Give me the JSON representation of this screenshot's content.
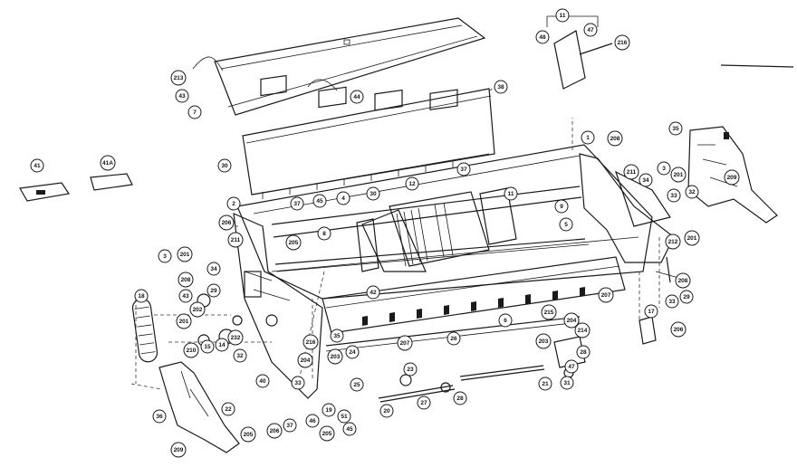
{
  "diagram": {
    "kind": "exploded-parts-view",
    "callouts": [
      {
        "id": "c11top",
        "label": "11"
      },
      {
        "id": "c48",
        "label": "48"
      },
      {
        "id": "c47a",
        "label": "47"
      },
      {
        "id": "c216a",
        "label": "216"
      },
      {
        "id": "c213",
        "label": "213"
      },
      {
        "id": "c43a",
        "label": "43"
      },
      {
        "id": "c7",
        "label": "7"
      },
      {
        "id": "c44",
        "label": "44"
      },
      {
        "id": "c38",
        "label": "38"
      },
      {
        "id": "c30a",
        "label": "30"
      },
      {
        "id": "c37a",
        "label": "37"
      },
      {
        "id": "c1",
        "label": "1"
      },
      {
        "id": "c208a",
        "label": "208"
      },
      {
        "id": "c35",
        "label": "35"
      },
      {
        "id": "c41",
        "label": "41"
      },
      {
        "id": "c41a",
        "label": "41A"
      },
      {
        "id": "c209a",
        "label": "209"
      },
      {
        "id": "c211a",
        "label": "211"
      },
      {
        "id": "c3a",
        "label": "3"
      },
      {
        "id": "c201a",
        "label": "201"
      },
      {
        "id": "c34a",
        "label": "34"
      },
      {
        "id": "c33a",
        "label": "33"
      },
      {
        "id": "c32a",
        "label": "32"
      },
      {
        "id": "c212",
        "label": "212"
      },
      {
        "id": "c201b",
        "label": "201"
      },
      {
        "id": "c2",
        "label": "2"
      },
      {
        "id": "c37b",
        "label": "37"
      },
      {
        "id": "c45",
        "label": "45"
      },
      {
        "id": "c4",
        "label": "4"
      },
      {
        "id": "c30b",
        "label": "30"
      },
      {
        "id": "c12",
        "label": "12"
      },
      {
        "id": "c11b",
        "label": "11"
      },
      {
        "id": "c9",
        "label": "9"
      },
      {
        "id": "c5",
        "label": "5"
      },
      {
        "id": "c206a",
        "label": "206"
      },
      {
        "id": "c8",
        "label": "8"
      },
      {
        "id": "c205a",
        "label": "205"
      },
      {
        "id": "c211b",
        "label": "211"
      },
      {
        "id": "c3b",
        "label": "3"
      },
      {
        "id": "c201c",
        "label": "201"
      },
      {
        "id": "c34b",
        "label": "34"
      },
      {
        "id": "c208b",
        "label": "208"
      },
      {
        "id": "c29a",
        "label": "29"
      },
      {
        "id": "c33b",
        "label": "33"
      },
      {
        "id": "c43b",
        "label": "43"
      },
      {
        "id": "c202",
        "label": "202"
      },
      {
        "id": "c42",
        "label": "42"
      },
      {
        "id": "c207a",
        "label": "207"
      },
      {
        "id": "c18",
        "label": "18"
      },
      {
        "id": "c201d",
        "label": "201"
      },
      {
        "id": "c6",
        "label": "6"
      },
      {
        "id": "c215",
        "label": "215"
      },
      {
        "id": "c204a",
        "label": "204"
      },
      {
        "id": "c17",
        "label": "17"
      },
      {
        "id": "c206b",
        "label": "206"
      },
      {
        "id": "c210",
        "label": "210"
      },
      {
        "id": "c15",
        "label": "15"
      },
      {
        "id": "c14",
        "label": "14"
      },
      {
        "id": "c232",
        "label": "232"
      },
      {
        "id": "c216b",
        "label": "216"
      },
      {
        "id": "c35b",
        "label": "35"
      },
      {
        "id": "c207b",
        "label": "207"
      },
      {
        "id": "c26",
        "label": "26"
      },
      {
        "id": "c214",
        "label": "214"
      },
      {
        "id": "c203a",
        "label": "203"
      },
      {
        "id": "c28",
        "label": "28"
      },
      {
        "id": "c32b",
        "label": "32"
      },
      {
        "id": "c204b",
        "label": "204"
      },
      {
        "id": "c203b",
        "label": "203"
      },
      {
        "id": "c24",
        "label": "24"
      },
      {
        "id": "c47b",
        "label": "47"
      },
      {
        "id": "c23",
        "label": "23"
      },
      {
        "id": "c208c",
        "label": "208"
      },
      {
        "id": "c29b",
        "label": "29"
      },
      {
        "id": "c40",
        "label": "40"
      },
      {
        "id": "c33c",
        "label": "33"
      },
      {
        "id": "c21",
        "label": "21"
      },
      {
        "id": "c31",
        "label": "31"
      },
      {
        "id": "c19",
        "label": "19"
      },
      {
        "id": "c25",
        "label": "25"
      },
      {
        "id": "c22",
        "label": "22"
      },
      {
        "id": "c20",
        "label": "20"
      },
      {
        "id": "c36",
        "label": "36"
      },
      {
        "id": "c206c",
        "label": "206"
      },
      {
        "id": "c37c",
        "label": "37"
      },
      {
        "id": "c46",
        "label": "46"
      },
      {
        "id": "c27",
        "label": "27"
      },
      {
        "id": "c28b",
        "label": "28"
      },
      {
        "id": "c51",
        "label": "51"
      },
      {
        "id": "c205b",
        "label": "205"
      },
      {
        "id": "c205c",
        "label": "205"
      },
      {
        "id": "c45b",
        "label": "45"
      },
      {
        "id": "c209b",
        "label": "209"
      }
    ]
  }
}
